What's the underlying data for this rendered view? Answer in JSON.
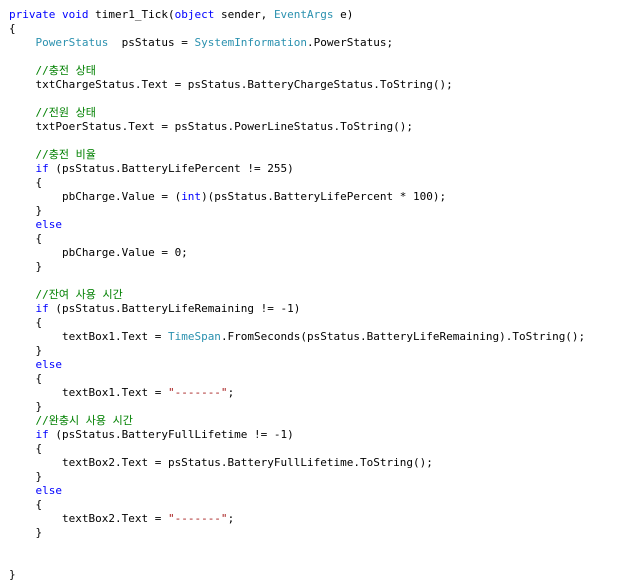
{
  "editor": {
    "colors": {
      "background": "#ffffff",
      "keyword": "#0000ff",
      "type": "#2b91af",
      "string": "#a31515",
      "comment": "#008000",
      "plain": "#000000"
    },
    "lines": [
      [
        {
          "t": "private",
          "k": "kw"
        },
        {
          "t": " "
        },
        {
          "t": "void",
          "k": "kw"
        },
        {
          "t": " timer1_Tick("
        },
        {
          "t": "object",
          "k": "kw"
        },
        {
          "t": " sender, "
        },
        {
          "t": "EventArgs",
          "k": "type"
        },
        {
          "t": " e)"
        }
      ],
      [
        {
          "t": "{"
        }
      ],
      [
        {
          "t": "    "
        },
        {
          "t": "PowerStatus",
          "k": "type"
        },
        {
          "t": "  psStatus = "
        },
        {
          "t": "SystemInformation",
          "k": "type"
        },
        {
          "t": ".PowerStatus;"
        }
      ],
      [],
      [
        {
          "t": "    "
        },
        {
          "t": "//충전 상태",
          "k": "cmt"
        }
      ],
      [
        {
          "t": "    txtChargeStatus.Text = psStatus.BatteryChargeStatus.ToString();"
        }
      ],
      [],
      [
        {
          "t": "    "
        },
        {
          "t": "//전원 상태",
          "k": "cmt"
        }
      ],
      [
        {
          "t": "    txtPoerStatus.Text = psStatus.PowerLineStatus.ToString();"
        }
      ],
      [],
      [
        {
          "t": "    "
        },
        {
          "t": "//충전 비율",
          "k": "cmt"
        }
      ],
      [
        {
          "t": "    "
        },
        {
          "t": "if",
          "k": "kw"
        },
        {
          "t": " (psStatus.BatteryLifePercent != 255)"
        }
      ],
      [
        {
          "t": "    {"
        }
      ],
      [
        {
          "t": "        pbCharge.Value = ("
        },
        {
          "t": "int",
          "k": "kw"
        },
        {
          "t": ")(psStatus.BatteryLifePercent * 100);"
        }
      ],
      [
        {
          "t": "    }"
        }
      ],
      [
        {
          "t": "    "
        },
        {
          "t": "else",
          "k": "kw"
        }
      ],
      [
        {
          "t": "    {"
        }
      ],
      [
        {
          "t": "        pbCharge.Value = 0;"
        }
      ],
      [
        {
          "t": "    }"
        }
      ],
      [],
      [
        {
          "t": "    "
        },
        {
          "t": "//잔여 사용 시간",
          "k": "cmt"
        }
      ],
      [
        {
          "t": "    "
        },
        {
          "t": "if",
          "k": "kw"
        },
        {
          "t": " (psStatus.BatteryLifeRemaining != -1)"
        }
      ],
      [
        {
          "t": "    {"
        }
      ],
      [
        {
          "t": "        textBox1.Text = "
        },
        {
          "t": "TimeSpan",
          "k": "type"
        },
        {
          "t": ".FromSeconds(psStatus.BatteryLifeRemaining).ToString();"
        }
      ],
      [
        {
          "t": "    }"
        }
      ],
      [
        {
          "t": "    "
        },
        {
          "t": "else",
          "k": "kw"
        }
      ],
      [
        {
          "t": "    {"
        }
      ],
      [
        {
          "t": "        textBox1.Text = "
        },
        {
          "t": "\"-------\"",
          "k": "str"
        },
        {
          "t": ";"
        }
      ],
      [
        {
          "t": "    }"
        }
      ],
      [
        {
          "t": "    "
        },
        {
          "t": "//완충시 사용 시간",
          "k": "cmt"
        }
      ],
      [
        {
          "t": "    "
        },
        {
          "t": "if",
          "k": "kw"
        },
        {
          "t": " (psStatus.BatteryFullLifetime != -1)"
        }
      ],
      [
        {
          "t": "    {"
        }
      ],
      [
        {
          "t": "        textBox2.Text = psStatus.BatteryFullLifetime.ToString();"
        }
      ],
      [
        {
          "t": "    }"
        }
      ],
      [
        {
          "t": "    "
        },
        {
          "t": "else",
          "k": "kw"
        }
      ],
      [
        {
          "t": "    {"
        }
      ],
      [
        {
          "t": "        textBox2.Text = "
        },
        {
          "t": "\"-------\"",
          "k": "str"
        },
        {
          "t": ";"
        }
      ],
      [
        {
          "t": "    }"
        }
      ],
      [],
      [],
      [
        {
          "t": "}"
        }
      ]
    ]
  }
}
